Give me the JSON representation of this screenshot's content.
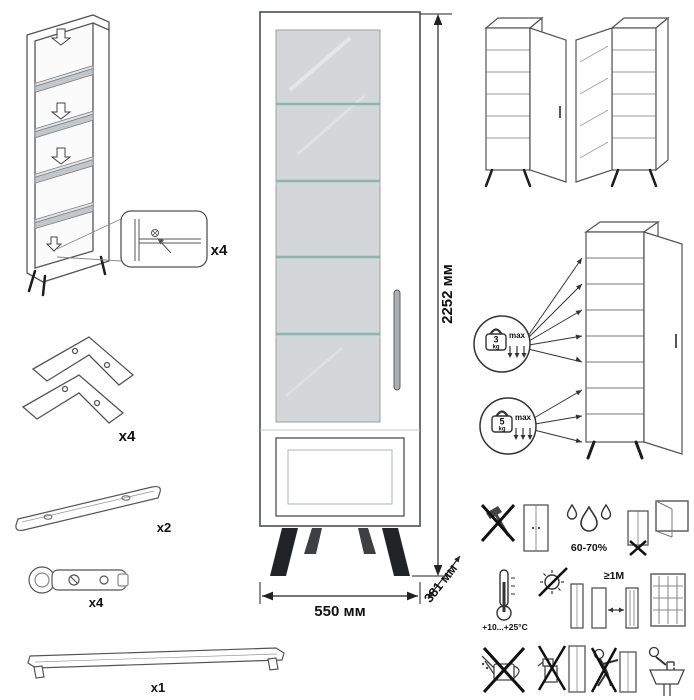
{
  "dimensions": {
    "height": "2252 мм",
    "width": "550 мм",
    "depth": "381 мм"
  },
  "parts": {
    "shelf_fitting": {
      "qty": "x4"
    },
    "leg": {
      "qty": "x4"
    },
    "rail": {
      "qty": "x2"
    },
    "hinge": {
      "qty": "x4"
    },
    "handle": {
      "qty": "x1"
    }
  },
  "load_limits": {
    "glass_shelf": {
      "value": "3",
      "unit": "kg",
      "note": "max"
    },
    "bottom_shelf": {
      "value": "5",
      "unit": "kg",
      "note": "max"
    }
  },
  "care": {
    "humidity": "60-70%",
    "temperature": "+10...+25°C",
    "distance": "≥1M"
  },
  "icons": [
    {
      "name": "no-hammer-icon"
    },
    {
      "name": "humidity-drops-icon"
    },
    {
      "name": "window-mount-warning-icon"
    },
    {
      "name": "temperature-range-icon"
    },
    {
      "name": "no-direct-sunlight-icon"
    },
    {
      "name": "heat-distance-icon"
    },
    {
      "name": "ventilation-grid-icon"
    },
    {
      "name": "no-watering-icon"
    },
    {
      "name": "no-spray-cleaning-icon"
    },
    {
      "name": "no-pushing-icon"
    },
    {
      "name": "sink-warning-icon"
    }
  ],
  "colors": {
    "line": "#4b4f52",
    "glass": "#d3d7d9",
    "glass_shelf_edge": "#8fb4ae",
    "legs": "#202427",
    "text": "#111111"
  }
}
